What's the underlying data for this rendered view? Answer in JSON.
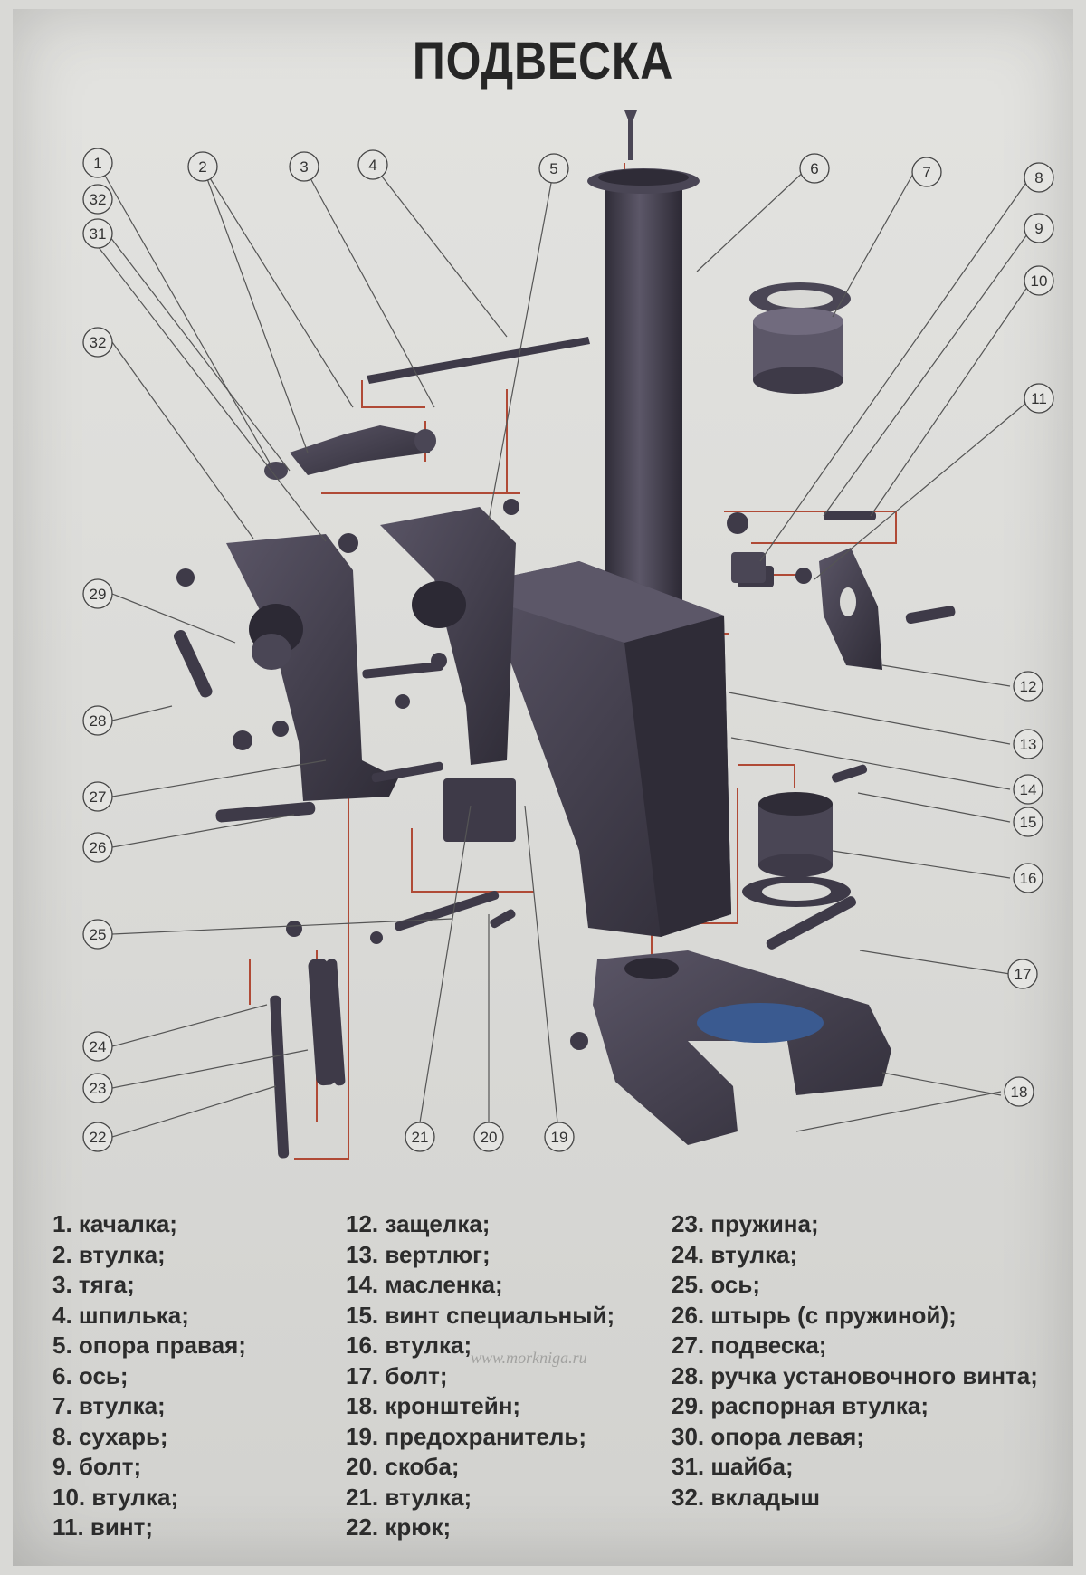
{
  "title": "ПОДВЕСКА",
  "watermark": "www.morkniga.ru",
  "callouts": [
    "1",
    "2",
    "3",
    "4",
    "5",
    "6",
    "7",
    "8",
    "9",
    "10",
    "11",
    "12",
    "13",
    "14",
    "15",
    "16",
    "17",
    "18",
    "19",
    "20",
    "21",
    "22",
    "23",
    "24",
    "25",
    "26",
    "27",
    "28",
    "29",
    "32",
    "31",
    "32"
  ],
  "legend": {
    "col1": [
      "1. качалка;",
      "2. втулка;",
      "3. тяга;",
      "4. шпилька;",
      "5. опора правая;",
      "6. ось;",
      "7. втулка;",
      "8. сухарь;",
      "9. болт;",
      "10. втулка;",
      "11. винт;"
    ],
    "col2": [
      "12. защелка;",
      "13. вертлюг;",
      "14. масленка;",
      "15. винт специальный;",
      "16. втулка;",
      "17. болт;",
      "18. кронштейн;",
      "19. предохранитель;",
      "20. скоба;",
      "21. втулка;",
      "22. крюк;"
    ],
    "col3": [
      "23. пружина;",
      "24. втулка;",
      "25. ось;",
      "26. штырь (с пружиной);",
      "27. подвеска;",
      "28. ручка установочного винта;",
      "29. распорная втулка;",
      "30. опора левая;",
      "31. шайба;",
      "32. вкладыш"
    ]
  },
  "colors": {
    "part": "#3e3a48",
    "part_light": "#55505f",
    "leader": "#555555",
    "red_line": "#b04a36"
  }
}
